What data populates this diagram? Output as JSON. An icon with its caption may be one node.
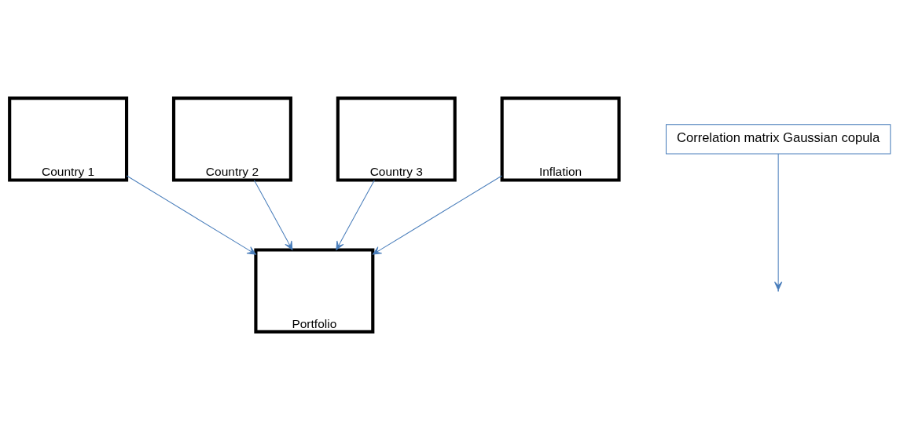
{
  "diagram": {
    "nodes": [
      {
        "text": [
          "Country 1"
        ]
      },
      {
        "text": [
          "Country 2"
        ]
      },
      {
        "text": [
          "Country 3"
        ]
      },
      {
        "text": [
          "Inflation"
        ]
      },
      {
        "text": [
          "Portfolio"
        ]
      },
      {
        "text": [
          "Correlation matrix Gaussian copula"
        ]
      }
    ],
    "edges": [
      {
        "from": 0,
        "to": 4,
        "arrow": "to"
      },
      {
        "from": 1,
        "to": 4,
        "arrow": "to"
      },
      {
        "from": 2,
        "to": 4,
        "arrow": "to"
      },
      {
        "from": 3,
        "to": 4,
        "arrow": "to"
      },
      {
        "from": 5,
        "to": null,
        "arrow": "to"
      }
    ]
  }
}
